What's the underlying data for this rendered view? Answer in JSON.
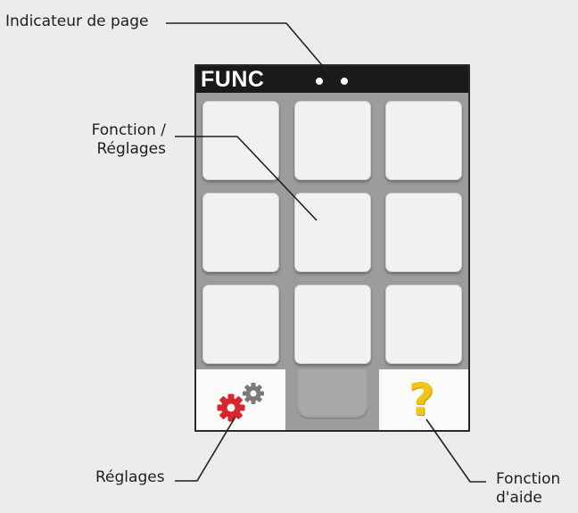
{
  "callouts": {
    "page_indicator": "Indicateur de page",
    "function_line1": "Fonction /",
    "function_line2": "Réglages",
    "settings": "Réglages",
    "help_line1": "Fonction",
    "help_line2": "d'aide"
  },
  "screen": {
    "header_title": "FUNC",
    "page_dots": 2,
    "tile_rows": 3,
    "tile_cols": 3,
    "help_glyph": "?"
  },
  "icons": {
    "settings": "gear-icon",
    "help": "question-mark-icon"
  },
  "colors": {
    "background": "#ececec",
    "header": "#1a1a1a",
    "gear_primary": "#d9262c",
    "gear_secondary": "#7a7a7a",
    "help": "#f0c419"
  }
}
